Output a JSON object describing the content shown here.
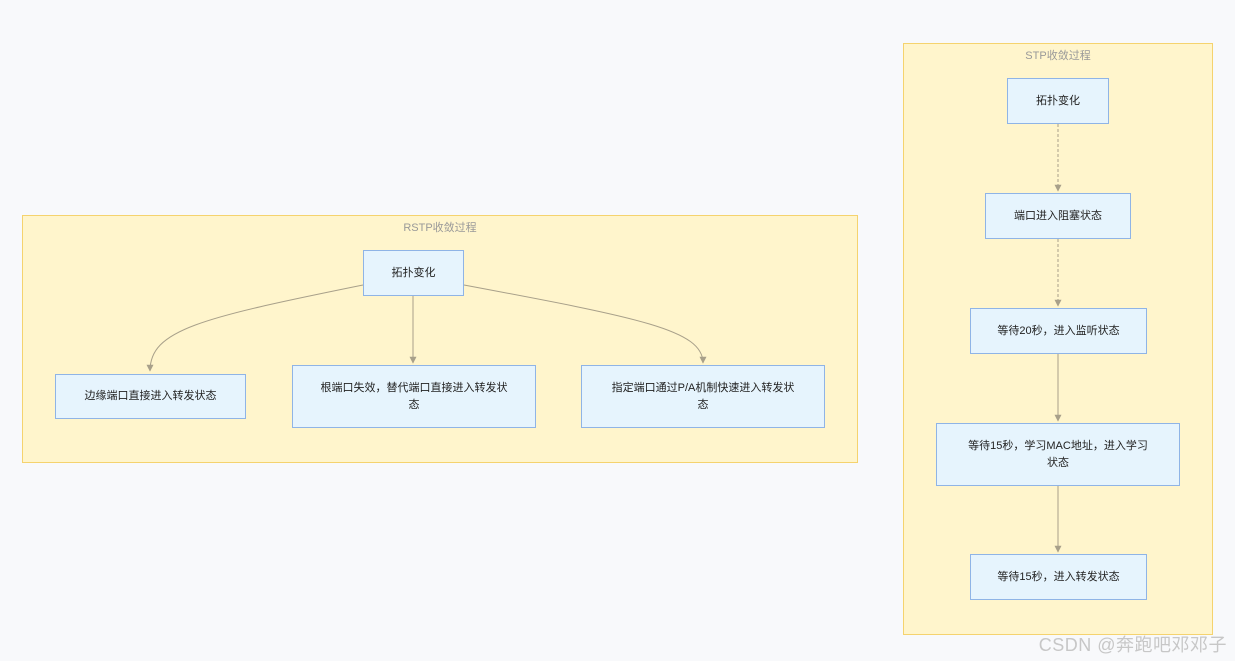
{
  "rstp": {
    "title": "RSTP收敛过程",
    "nodes": {
      "topo": "拓扑变化",
      "edge": "边缘端口直接进入转发状态",
      "root": "根端口失效，替代端口直接进入转发状态",
      "designated": "指定端口通过P/A机制快速进入转发状态"
    }
  },
  "stp": {
    "title": "STP收敛过程",
    "nodes": {
      "topo": "拓扑变化",
      "blocking": "端口进入阻塞状态",
      "listening": "等待20秒，进入监听状态",
      "learning": "等待15秒，学习MAC地址，进入学习状态",
      "forwarding": "等待15秒，进入转发状态"
    }
  },
  "colors": {
    "cluster_fill": "#fff5cc",
    "cluster_border": "#f5d36e",
    "node_fill": "#e6f4fd",
    "node_border": "#8fb4e6",
    "edge": "#a8a08a"
  },
  "watermark": "CSDN @奔跑吧邓邓子"
}
